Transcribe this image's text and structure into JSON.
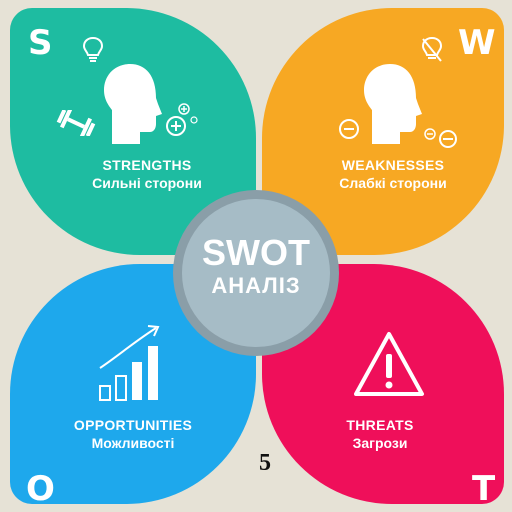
{
  "quadrants": {
    "strengths": {
      "letter": "S",
      "title_en": "STRENGTHS",
      "title_ua": "Сильні сторони",
      "color": "#1ebca1"
    },
    "weaknesses": {
      "letter": "W",
      "title_en": "WEAKNESSES",
      "title_ua": "Слабкі сторони",
      "color": "#f7a823"
    },
    "opportunities": {
      "letter": "O",
      "title_en": "OPPORTUNITIES",
      "title_ua": "Можливості",
      "color": "#1ea8ec"
    },
    "threats": {
      "letter": "T",
      "title_en": "THREATS",
      "title_ua": "Загрози",
      "color": "#ef0f5a"
    }
  },
  "center": {
    "title": "SWOT",
    "subtitle": "АНАЛІЗ",
    "color": "#a6bcc6",
    "ring_color": "#8a9ea8"
  },
  "page_number": "5",
  "background_color": "#e6e2d6",
  "icons": {
    "strengths": [
      "lightbulb-icon",
      "head-icon",
      "dumbbell-icon",
      "plus-circle-icon"
    ],
    "weaknesses": [
      "crossed-lightbulb-icon",
      "head-icon",
      "minus-circle-icon"
    ],
    "opportunities": [
      "growth-chart-icon"
    ],
    "threats": [
      "warning-triangle-icon"
    ]
  }
}
